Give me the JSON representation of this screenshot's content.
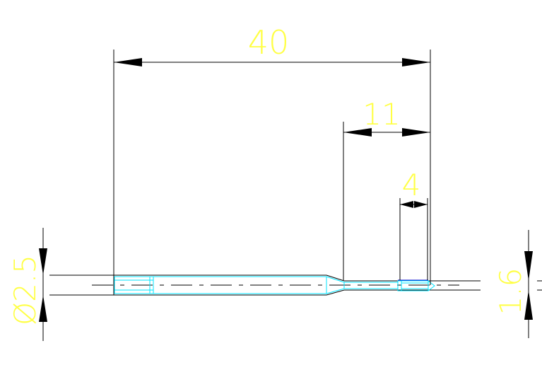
{
  "drawing": {
    "colors": {
      "background": "#ffffff",
      "outline": "#000000",
      "detail": "#00e5ff",
      "dimension_text": "#ffff44",
      "hidden_line": "#0000cc"
    },
    "dimensions": {
      "overall_length": "40",
      "segment_length": "11",
      "tip_length": "4",
      "main_diameter": "Ø2.5",
      "tip_diameter": "1.6"
    }
  }
}
